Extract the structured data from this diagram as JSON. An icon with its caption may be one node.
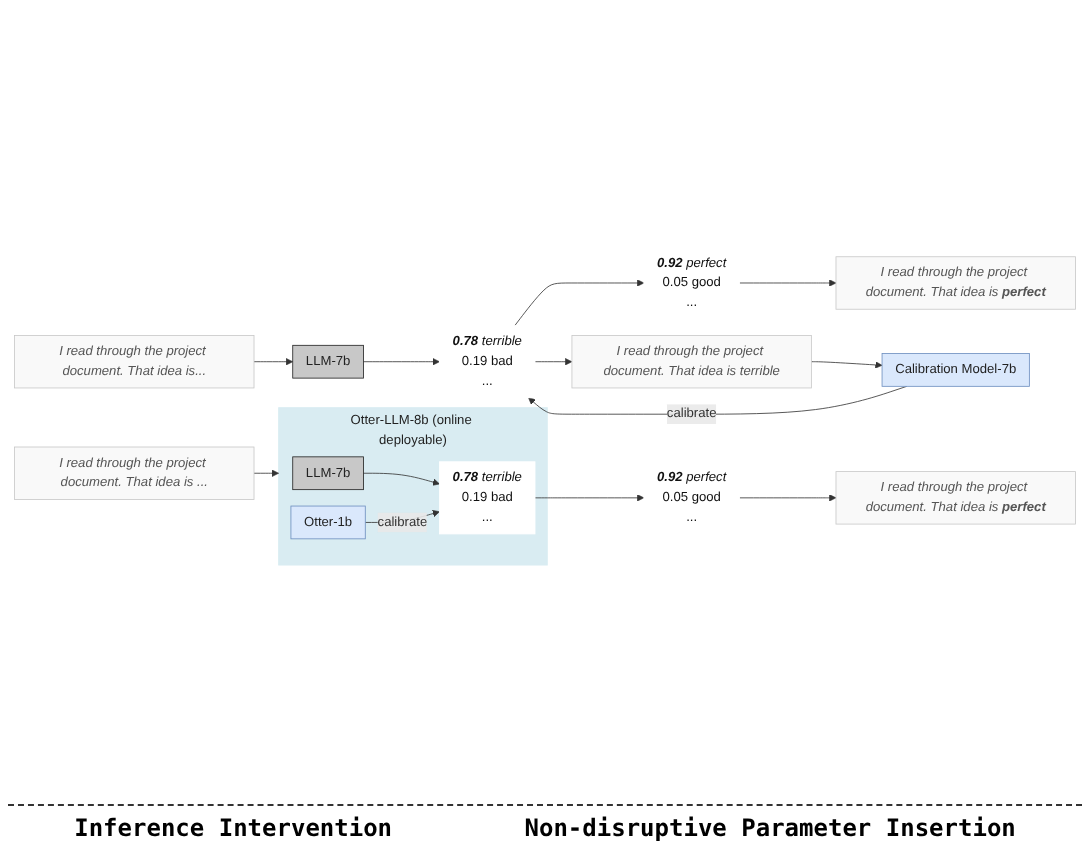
{
  "diagram": {
    "nodes": [
      {
        "text": [
          "I read through the project document. That idea is..."
        ]
      },
      {
        "text": [
          "LLM-7b"
        ]
      },
      {
        "text": [
          "**0.78** terrible",
          "0.19 bad",
          "..."
        ]
      },
      {
        "text": [
          "**0.92** perfect",
          "0.05 good",
          "..."
        ]
      },
      {
        "text": [
          "I read through the project document. That idea is **perfect**"
        ]
      },
      {
        "text": [
          "I read through the project document. That idea is terrible"
        ]
      },
      {
        "text": [
          "Calibration Model-7b"
        ]
      },
      {
        "text": [
          "I read through the project document. That idea is ..."
        ]
      },
      {
        "text": [
          "Otter-LLM-8b (online deployable)"
        ]
      },
      {
        "text": [
          "LLM-7b"
        ],
        "in": 8
      },
      {
        "text": [
          "Otter-1b"
        ],
        "in": 8
      },
      {
        "text": [
          "**0.78** terrible",
          "0.19 bad",
          "..."
        ],
        "in": 8
      },
      {
        "text": [
          "**0.92** perfect",
          "0.05 good",
          "..."
        ]
      },
      {
        "text": [
          "I read through the project document. That idea is **perfect**"
        ]
      }
    ],
    "edges": [
      {
        "from": 0,
        "to": 1,
        "arrow": "to"
      },
      {
        "from": 1,
        "to": 2,
        "arrow": "to"
      },
      {
        "from": 2,
        "to": 3,
        "arrow": "to"
      },
      {
        "from": 3,
        "to": 4,
        "arrow": "to"
      },
      {
        "from": 2,
        "to": 5,
        "arrow": "to"
      },
      {
        "from": 5,
        "to": 6,
        "arrow": "to"
      },
      {
        "from": 6,
        "to": 2,
        "label": "calibrate",
        "arrow": "to"
      },
      {
        "from": 7,
        "to": 8,
        "arrow": "to"
      },
      {
        "from": 9,
        "to": 11,
        "arrow": "to"
      },
      {
        "from": 11,
        "to": 12,
        "arrow": "to"
      },
      {
        "from": 12,
        "to": 13,
        "arrow": "to"
      },
      {
        "from": 10,
        "to": 11,
        "label": "calibrate",
        "arrow": "to"
      }
    ],
    "labels": [
      "Inference Intervention",
      "Non-disruptive Parameter Insertion"
    ]
  }
}
